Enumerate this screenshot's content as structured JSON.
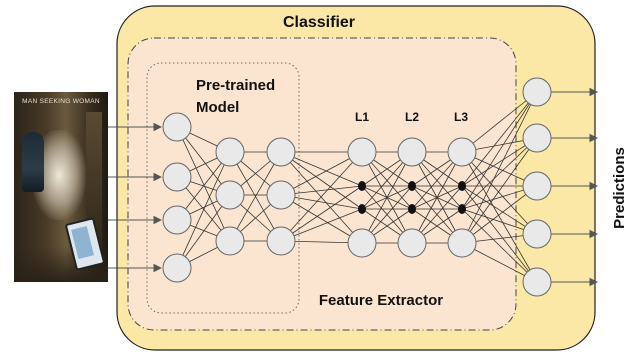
{
  "labels": {
    "classifier": "Classifier",
    "pretrained_line1": "Pre-trained",
    "pretrained_line2": "Model",
    "feature_extractor": "Feature Extractor",
    "predictions": "Predictions",
    "layer_l1": "L1",
    "layer_l2": "L2",
    "layer_l3": "L3"
  },
  "poster": {
    "title": "MAN SEEKING WOMAN"
  },
  "network": {
    "layers": [
      {
        "id": "input",
        "nodes": 4
      },
      {
        "id": "pretrained_hidden_1",
        "nodes": 3
      },
      {
        "id": "pretrained_hidden_2",
        "nodes": 3
      },
      {
        "id": "L1",
        "nodes": 4,
        "elided_middle": true
      },
      {
        "id": "L2",
        "nodes": 4,
        "elided_middle": true
      },
      {
        "id": "L3",
        "nodes": 4,
        "elided_middle": true
      },
      {
        "id": "output",
        "nodes": 5
      }
    ],
    "fully_connected": true
  },
  "colors": {
    "classifier_fill": "#fbe8a6",
    "feature_extractor_fill": "#fbe5d0",
    "node_fill": "#e9e9e9",
    "node_stroke": "#666666",
    "edge": "#333333",
    "elision_dot": "#111111"
  }
}
